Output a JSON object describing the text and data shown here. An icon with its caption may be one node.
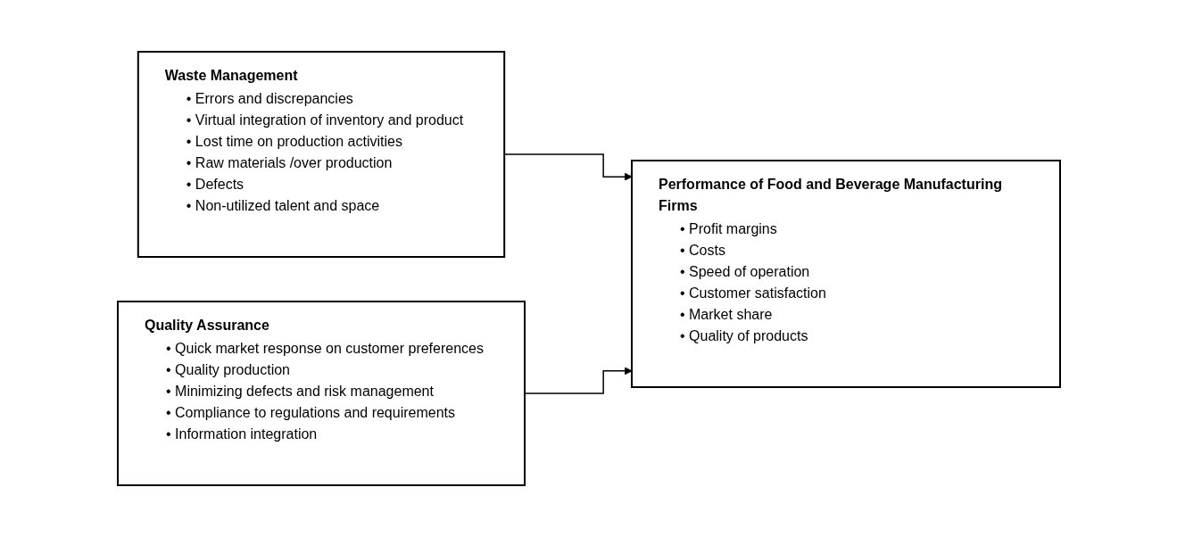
{
  "diagram": {
    "nodes": [
      {
        "text": [
          "Waste Management",
          "• Errors and discrepancies",
          "• Virtual integration of inventory and product",
          "• Lost time on production activities",
          "• Raw materials /over production",
          "• Defects",
          "• Non-utilized talent and space"
        ]
      },
      {
        "text": [
          "Quality Assurance",
          "• Quick market response on customer preferences",
          "• Quality production",
          "• Minimizing defects and risk management",
          "• Compliance to regulations and requirements",
          "• Information integration"
        ]
      },
      {
        "text": [
          "Performance of Food and Beverage Manufacturing Firms",
          "• Profit margins",
          "• Costs",
          "• Speed of operation",
          "• Customer satisfaction",
          "• Market share",
          "• Quality of products"
        ]
      }
    ],
    "edges": [
      {
        "from": 0,
        "to": 2,
        "arrow": "to"
      },
      {
        "from": 1,
        "to": 2,
        "arrow": "to"
      }
    ]
  }
}
